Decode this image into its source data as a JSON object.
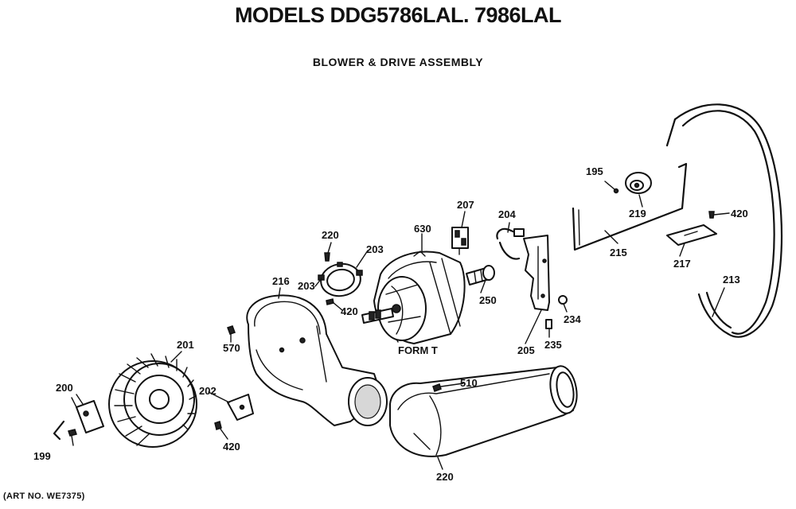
{
  "header": {
    "title": "MODELS DDG5786LAL. 7986LAL",
    "subtitle": "BLOWER & DRIVE ASSEMBLY"
  },
  "footer": {
    "art_no": "(ART NO. WE7375)"
  },
  "labels": {
    "p195": "195",
    "p219": "219",
    "p420a": "420",
    "p207": "207",
    "p204": "204",
    "p630": "630",
    "p220a": "220",
    "p203a": "203",
    "p203b": "203",
    "p420b": "420",
    "p215": "215",
    "p217": "217",
    "p213": "213",
    "p216": "216",
    "p250": "250",
    "p234": "234",
    "p570": "570",
    "p201": "201",
    "form_t": "FORM T",
    "p205": "205",
    "p235": "235",
    "p200": "200",
    "p202": "202",
    "p510": "510",
    "p199": "199",
    "p420c": "420",
    "p220b": "220"
  }
}
